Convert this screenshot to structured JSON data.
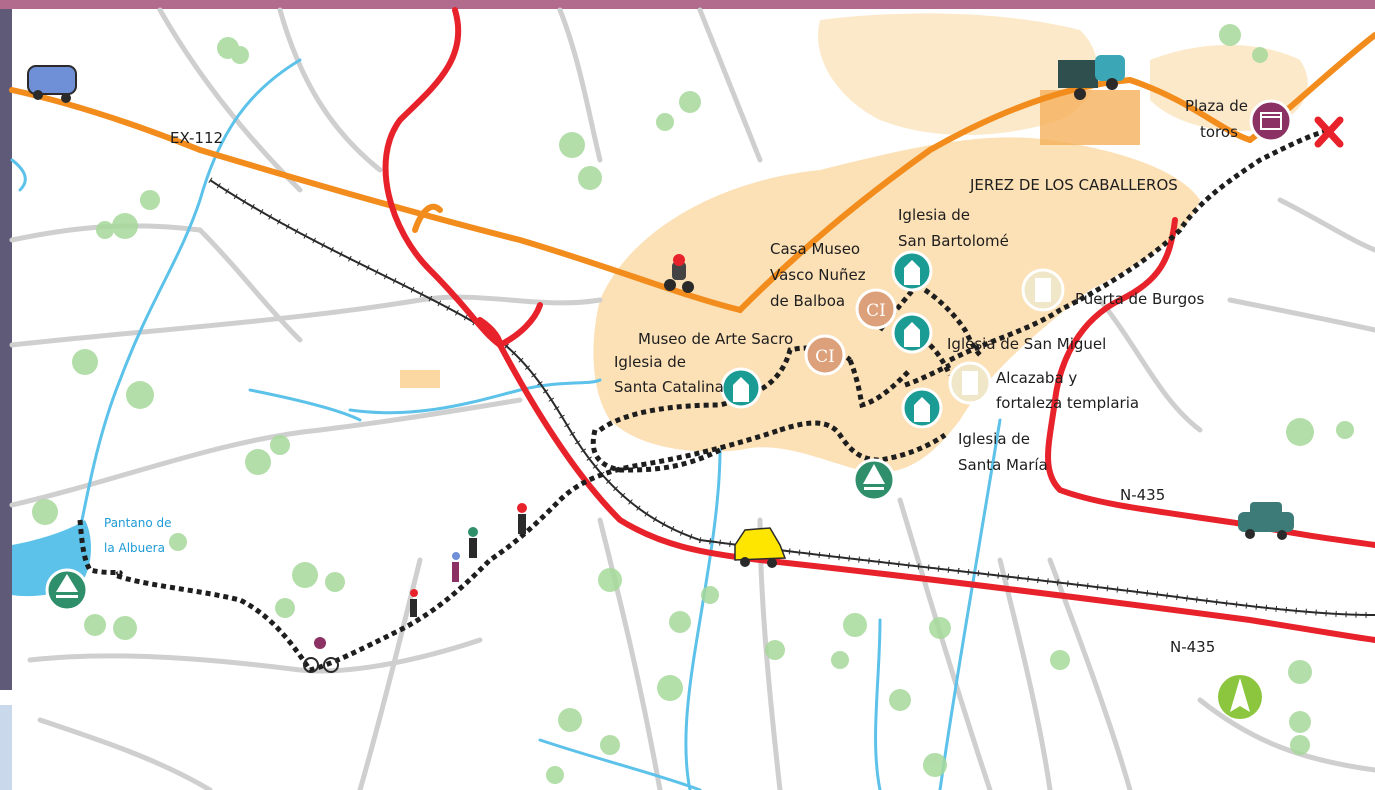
{
  "colors": {
    "frame": "#5f5a78",
    "topbar": "#b36b8d",
    "town": "#f8c06a",
    "river": "#5cc2ea",
    "road_main": "#e8222a",
    "road_secondary": "#f28c1c",
    "minor_road": "#cfcfcf",
    "teal_poi": "#1a9b94",
    "info_poi": "#dca07a",
    "tower_poi": "#efe7c8",
    "bullring_poi": "#8b3163",
    "forest_poi": "#2f8f6b",
    "trees": "#a6d99a",
    "north_arrow": "#8cc63f"
  },
  "roads": {
    "ex112": "EX-112",
    "n435_a": "N-435",
    "n435_b": "N-435"
  },
  "town_name": "JEREZ DE LOS CABALLEROS",
  "pois": {
    "san_bartolome": {
      "line1": "Iglesia de",
      "line2": "San Bartolomé",
      "icon": "church-icon"
    },
    "casa_museo": {
      "line1": "Casa Museo",
      "line2": "Vasco Nuñez",
      "line3": "de Balboa",
      "icon": "info-icon",
      "badge": "CI"
    },
    "museo_arte": {
      "line1": "Museo de Arte Sacro",
      "icon": "info-icon",
      "badge": "CI"
    },
    "santa_catalina": {
      "line1": "Iglesia de",
      "line2": "Santa Catalina",
      "icon": "church-icon"
    },
    "san_miguel": {
      "line1": "Iglesia de San Miguel",
      "icon": "church-icon"
    },
    "puerta_burgos": {
      "line1": "Puerta de Burgos",
      "icon": "tower-icon"
    },
    "alcazaba": {
      "line1": "Alcazaba y",
      "line2": "fortaleza templaria",
      "icon": "tower-icon"
    },
    "santa_maria": {
      "line1": "Iglesia de",
      "line2": "Santa María",
      "icon": "church-icon"
    },
    "plaza_toros": {
      "line1": "Plaza de",
      "line2": "toros",
      "icon": "bullring-icon"
    },
    "pantano": {
      "line1": "Pantano de",
      "line2": "la Albuera",
      "icon": "forest-icon"
    }
  }
}
